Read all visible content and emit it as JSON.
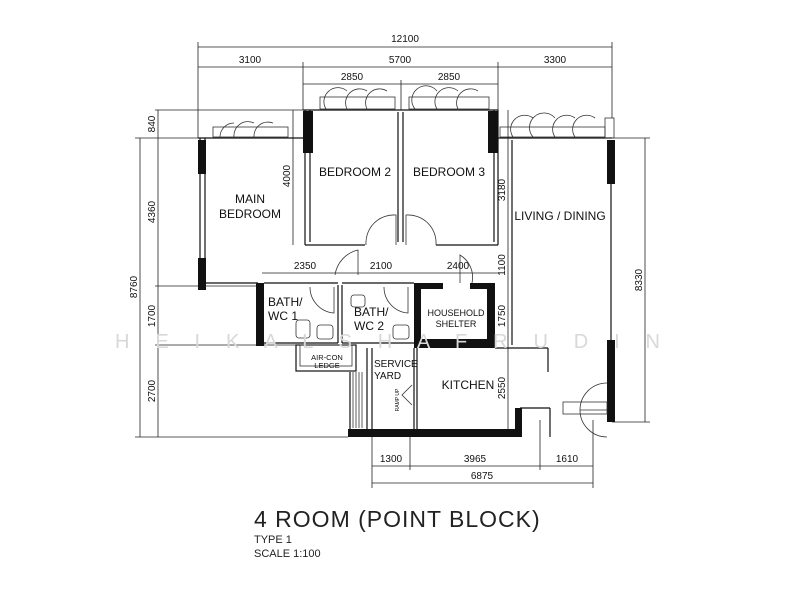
{
  "dimensions": {
    "overall_width": "12100",
    "top_left": "3100",
    "top_middle": "5700",
    "top_right": "3300",
    "bedroom2_width": "2850",
    "bedroom3_width": "2850",
    "left_840": "840",
    "left_4360": "4360",
    "left_8760": "8760",
    "left_1700": "1700",
    "left_2700": "2700",
    "bedroom_depth_4000": "4000",
    "bedroom3_depth_3180": "3180",
    "corridor_1100": "1100",
    "shelter_1750": "1750",
    "kitchen_2550": "2550",
    "right_8330": "8330",
    "bath1_width": "2350",
    "bath2_width": "2100",
    "shelter_width": "2400",
    "bottom_1300": "1300",
    "bottom_3965": "3965",
    "bottom_1610": "1610",
    "bottom_6875": "6875"
  },
  "rooms": {
    "main_bedroom_line1": "MAIN",
    "main_bedroom_line2": "BEDROOM",
    "bedroom2": "BEDROOM 2",
    "bedroom3": "BEDROOM 3",
    "living_dining": "LIVING / DINING",
    "bath1_line1": "BATH/",
    "bath1_line2": "WC 1",
    "bath2_line1": "BATH/",
    "bath2_line2": "WC 2",
    "shelter_line1": "HOUSEHOLD",
    "shelter_line2": "SHELTER",
    "aircon_line1": "AIR-CON",
    "aircon_line2": "LEDGE",
    "service_line1": "SERVICE",
    "service_line2": "YARD",
    "kitchen": "KITCHEN",
    "ramp_up": "RAMP UP"
  },
  "watermark": "H E I K A L   S H A F R U D I N",
  "title": "4 ROOM (POINT BLOCK)",
  "type": "TYPE 1",
  "scale": "SCALE 1:100"
}
